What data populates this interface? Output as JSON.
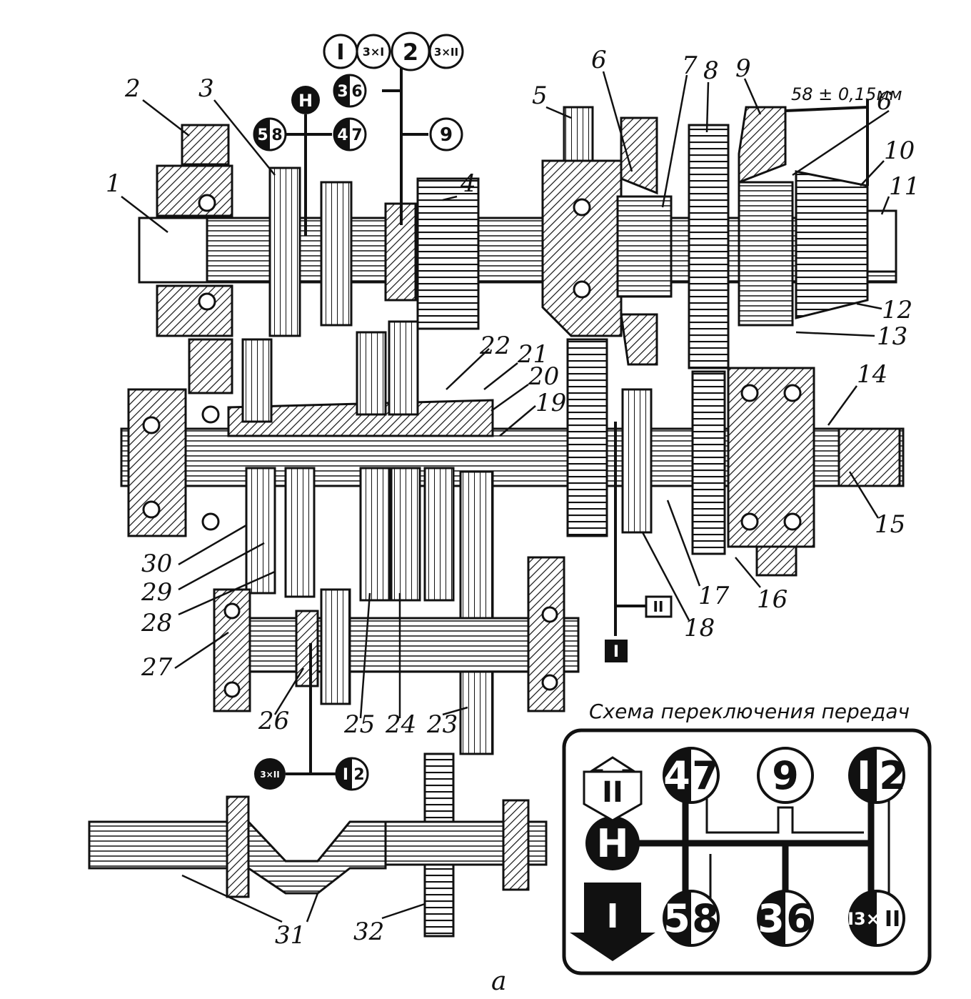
{
  "callouts": [
    "1",
    "2",
    "3",
    "4",
    "5",
    "6",
    "7",
    "8",
    "9",
    "6",
    "10",
    "11",
    "12",
    "13",
    "14",
    "15",
    "16",
    "17",
    "18",
    "19",
    "20",
    "21",
    "22",
    "23",
    "24",
    "25",
    "26",
    "27",
    "28",
    "29",
    "30",
    "31",
    "32"
  ],
  "dimension": "58 ± 0,15мм",
  "figure_label": "а",
  "top_positions": {
    "p1": "I",
    "p3xI": "3×I",
    "p2": "2",
    "p3xII": "3×II",
    "p36": [
      "3",
      "6"
    ],
    "p9": "9",
    "p58": [
      "5",
      "8"
    ],
    "p47": [
      "4",
      "7"
    ],
    "pH": "Н"
  },
  "lower_positions": {
    "pII": "II",
    "pI": "I",
    "p3xII": "3×II",
    "p12": [
      "I",
      "2"
    ]
  },
  "scheme": {
    "title": "Схема переключения передач",
    "gear_47": [
      "4",
      "7"
    ],
    "gear_9": "9",
    "gear_12": [
      "I",
      "2"
    ],
    "gear_H": "Н",
    "gear_58": [
      "5",
      "8"
    ],
    "gear_36": [
      "3",
      "6"
    ],
    "gear_13xII": [
      "I3×",
      "II"
    ],
    "range_II": "II",
    "range_I": "I"
  }
}
